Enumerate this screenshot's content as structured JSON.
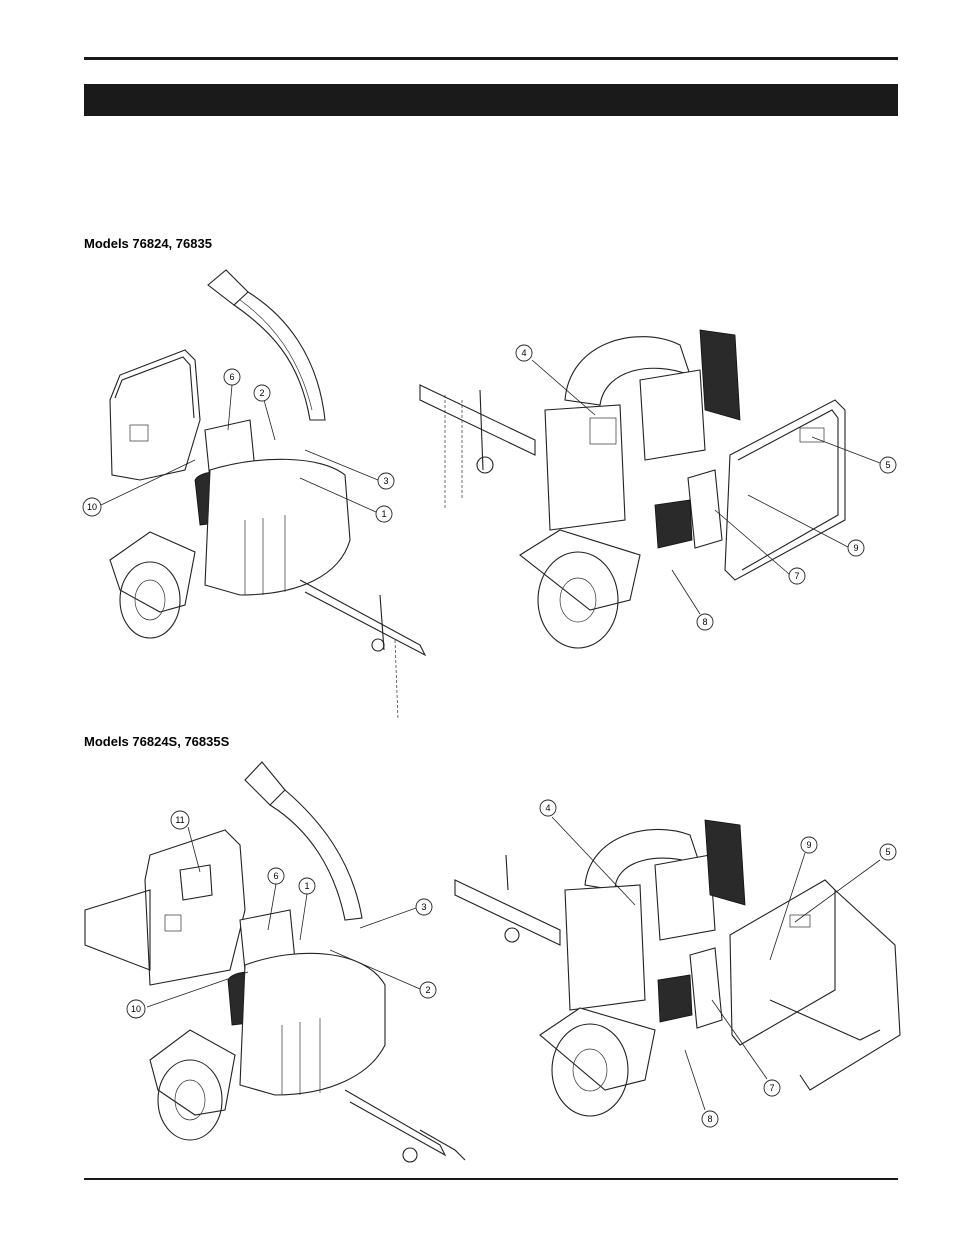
{
  "page": {
    "header_bar_text": "",
    "sections": [
      {
        "label": "Models 76824, 76835"
      },
      {
        "label": "Models 76824S, 76835S"
      }
    ]
  },
  "figure_top": {
    "callouts": [
      "6",
      "2",
      "3",
      "1",
      "10",
      "4",
      "5",
      "9",
      "7",
      "8"
    ]
  },
  "figure_bottom": {
    "callouts": [
      "11",
      "6",
      "1",
      "3",
      "2",
      "10",
      "4",
      "9",
      "5",
      "7",
      "8"
    ]
  }
}
